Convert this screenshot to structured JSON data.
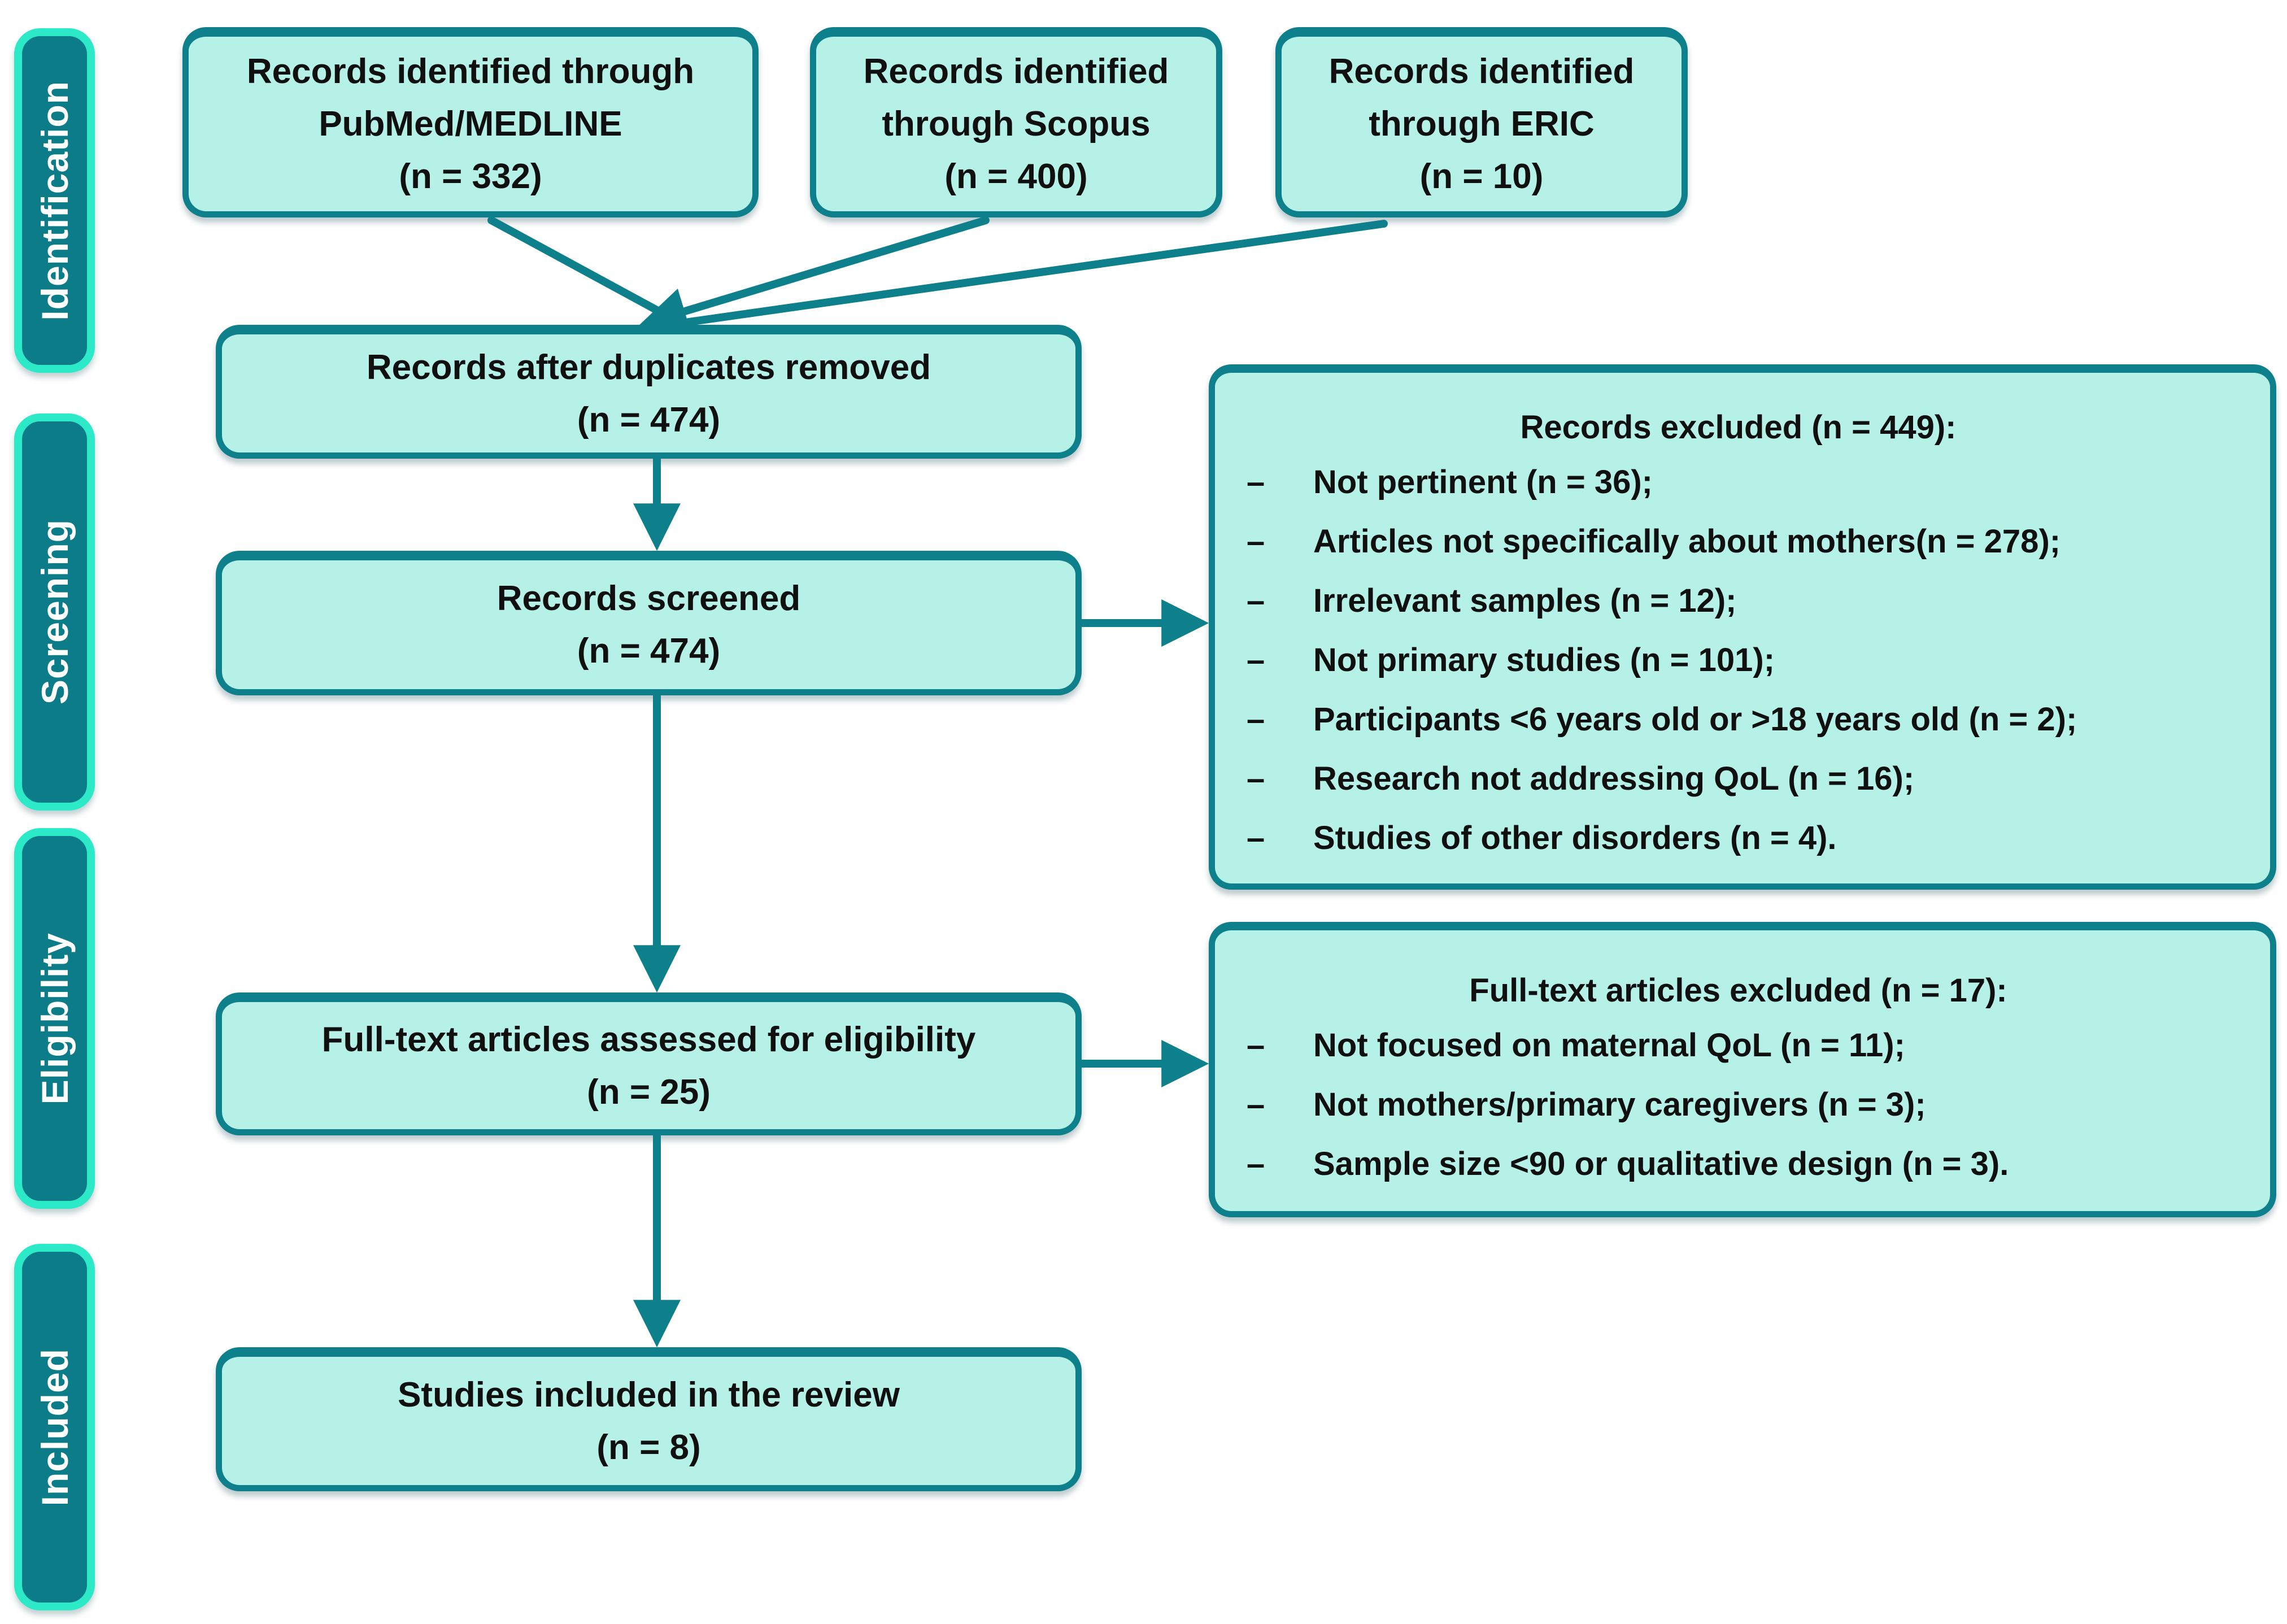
{
  "palette": {
    "box_fill": "#b5f1e7",
    "box_border": "#0e808c",
    "arrow": "#0e808c",
    "sidebar_fill": "#0b7c88",
    "sidebar_border": "#2ce9c7",
    "sidebar_text": "#ffffff",
    "text": "#101010",
    "background": "#ffffff"
  },
  "sidebar": {
    "stages": [
      {
        "label": "Identification"
      },
      {
        "label": "Screening"
      },
      {
        "label": "Eligibility"
      },
      {
        "label": "Included"
      }
    ]
  },
  "sources": [
    {
      "lines": [
        "Records identified through",
        "PubMed/MEDLINE",
        "(n = 332)"
      ]
    },
    {
      "lines": [
        "Records identified",
        "through Scopus",
        "(n = 400)"
      ]
    },
    {
      "lines": [
        "Records identified",
        "through ERIC",
        "(n = 10)"
      ]
    }
  ],
  "chain": {
    "duplicates": {
      "lines": [
        "Records after duplicates removed",
        "(n = 474)"
      ]
    },
    "screened": {
      "lines": [
        "Records screened",
        "(n = 474)"
      ]
    },
    "fulltext": {
      "lines": [
        "Full-text articles assessed for eligibility",
        "(n = 25)"
      ]
    },
    "included": {
      "lines": [
        "Studies included in the review",
        "(n = 8)"
      ]
    }
  },
  "exclusions": {
    "records": {
      "title": "Records excluded (n = 449):",
      "bullet": "–",
      "items": [
        "Not pertinent (n = 36);",
        "Articles not specifically about mothers(n = 278);",
        "Irrelevant samples (n = 12);",
        "Not primary studies (n = 101);",
        "Participants <6 years old or >18 years old (n = 2);",
        "Research not addressing QoL (n = 16);",
        "Studies of other disorders (n = 4)."
      ]
    },
    "fulltext": {
      "title": "Full-text articles excluded (n = 17):",
      "bullet": "–",
      "items": [
        "Not focused on maternal QoL (n = 11);",
        "Not mothers/primary caregivers (n = 3);",
        "Sample size <90 or qualitative design (n = 3)."
      ]
    }
  }
}
